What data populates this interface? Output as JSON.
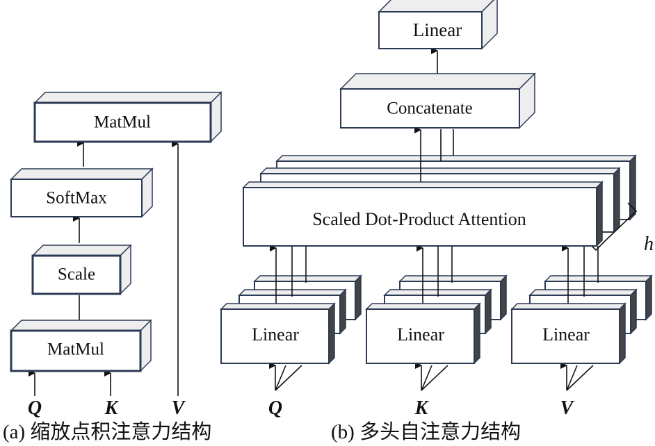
{
  "panel_a": {
    "boxes": {
      "matmul_top": "MatMul",
      "softmax": "SoftMax",
      "scale": "Scale",
      "matmul_bottom": "MatMul"
    },
    "inputs": {
      "q": "Q",
      "k": "K",
      "v": "V"
    },
    "caption": "(a) 缩放点积注意力结构"
  },
  "panel_b": {
    "boxes": {
      "linear_top": "Linear",
      "concatenate": "Concatenate",
      "attention": "Scaled Dot-Product Attention",
      "linear_q": "Linear",
      "linear_k": "Linear",
      "linear_v": "Linear"
    },
    "inputs": {
      "q": "Q",
      "k": "K",
      "v": "V"
    },
    "head_count_label": "h",
    "caption": "(b) 多头自注意力结构"
  },
  "colors": {
    "box_stroke": "#2b3a55",
    "depth_fill": "#eeeeee",
    "shadow_fill": "#444444",
    "line": "#111111"
  }
}
